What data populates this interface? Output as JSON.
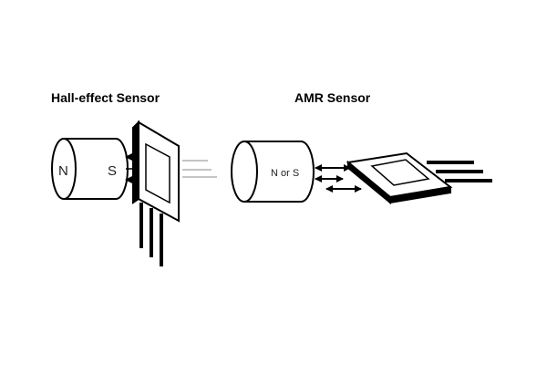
{
  "hall": {
    "title": "Hall-effect Sensor",
    "pole_left": "N",
    "pole_right": "S"
  },
  "amr": {
    "title": "AMR Sensor",
    "pole": "N or S"
  },
  "colors": {
    "ink": "#000000",
    "background": "#ffffff"
  }
}
